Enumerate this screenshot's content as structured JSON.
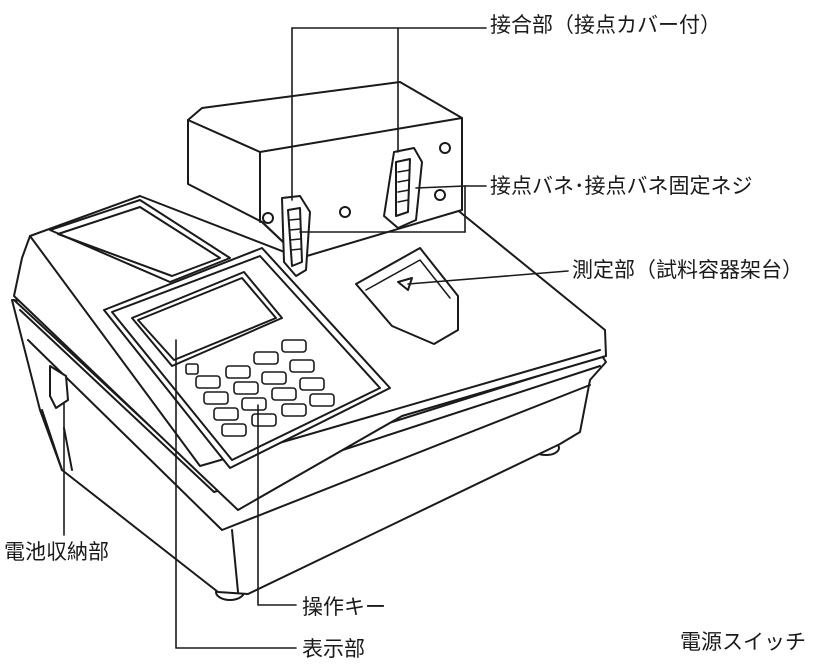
{
  "labels": {
    "connector": "接合部（接点カバー付）",
    "spring": "接点バネ･接点バネ固定ネジ",
    "measure": "測定部（試料容器架台）",
    "battery": "電池収納部",
    "keys": "操作キー",
    "display": "表示部",
    "power": "電源スイッチ"
  },
  "colors": {
    "line": "#1a1a1a",
    "body": "#ffffff"
  }
}
